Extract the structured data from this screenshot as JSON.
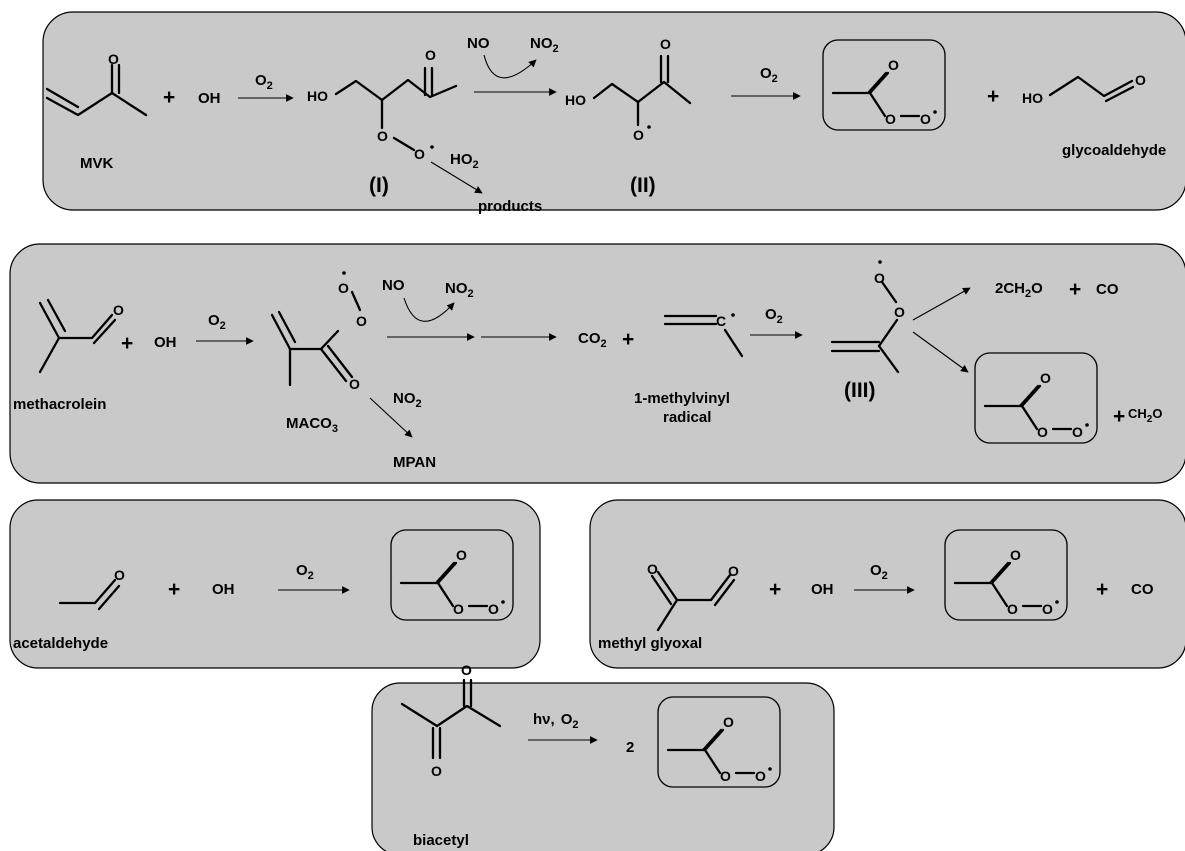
{
  "labels": {
    "mvk": "MVK",
    "glycoaldehyde": "glycoaldehyde",
    "products": "products",
    "int_I": "(I)",
    "int_II": "(II)",
    "int_III": "(III)",
    "methacrolein": "methacrolein",
    "maco3": "MACO",
    "maco3_sub": "3",
    "mpan": "MPAN",
    "methylvinyl_1": "1-methylvinyl",
    "methylvinyl_2": "radical",
    "acetaldehyde": "acetaldehyde",
    "methyl_glyoxal": "methyl glyoxal",
    "biacetyl": "biacetyl"
  },
  "reagents": {
    "oh": "OH",
    "o2": "O",
    "o2_sub": "2",
    "no": "NO",
    "no2": "NO",
    "no2_sub": "2",
    "ho2": "HO",
    "ho2_sub": "2",
    "co2": "CO",
    "co2_sub": "2",
    "co": "CO",
    "ch2o": "CH",
    "ch2o_sub": "2",
    "ch2o_tail": "O",
    "two_ch2o_coef": "2CH",
    "hv": "hν,",
    "stoich_2": "2",
    "plus": "+"
  },
  "atoms": {
    "O": "O",
    "HO": "HO"
  }
}
